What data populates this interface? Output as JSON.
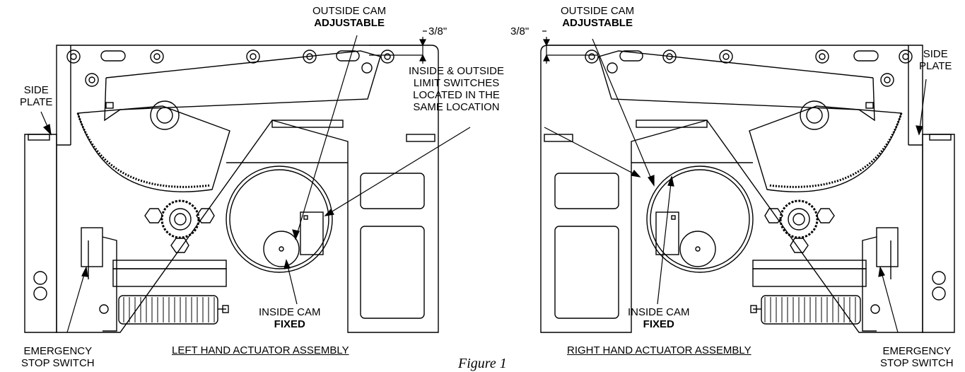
{
  "labels": {
    "left_outside_cam": {
      "line1": "OUTSIDE CAM",
      "line2": "ADJUSTABLE"
    },
    "right_outside_cam": {
      "line1": "OUTSIDE CAM",
      "line2": "ADJUSTABLE"
    },
    "left_dim": "3/8\"",
    "right_dim": "3/8\"",
    "limit_switches": [
      "INSIDE & OUTSIDE",
      "LIMIT SWITCHES",
      "LOCATED IN THE",
      "SAME LOCATION"
    ],
    "left_side_plate": [
      "SIDE",
      "PLATE"
    ],
    "right_side_plate": [
      "SIDE",
      "PLATE"
    ],
    "left_inside_cam": {
      "line1": "INSIDE CAM",
      "line2": "FIXED"
    },
    "right_inside_cam": {
      "line1": "INSIDE CAM",
      "line2": "FIXED"
    },
    "left_estop": [
      "EMERGENCY",
      "STOP SWITCH"
    ],
    "right_estop": [
      "EMERGENCY",
      "STOP SWITCH"
    ],
    "left_assembly_title": "LEFT HAND ACTUATOR ASSEMBLY",
    "right_assembly_title": "RIGHT HAND ACTUATOR ASSEMBLY",
    "figure_caption": "Figure 1"
  }
}
